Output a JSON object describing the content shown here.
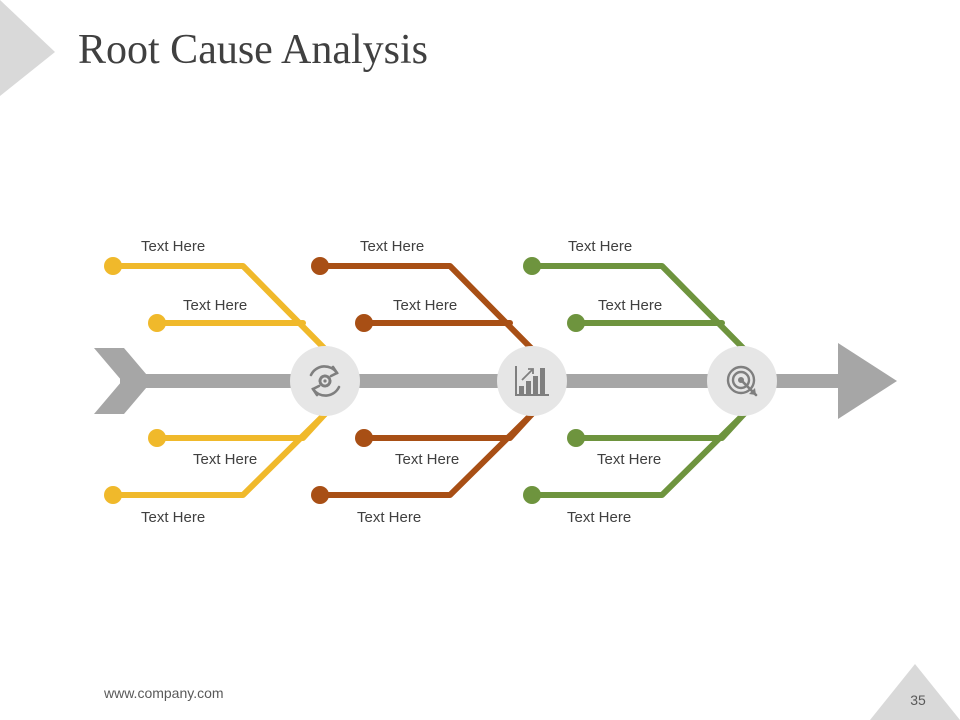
{
  "title": "Root Cause Analysis",
  "footer": {
    "url": "www.company.com",
    "page_number": "35"
  },
  "colors": {
    "spine": "#a6a6a6",
    "corner": "#d9d9d9",
    "hub_fill": "#e6e6e6",
    "icon": "#7f7f7f"
  },
  "groups": [
    {
      "color": "#f0b92b",
      "icon": "gear-cycle-icon",
      "labels": [
        "Text Here",
        "Text Here",
        "Text Here",
        "Text Here"
      ]
    },
    {
      "color": "#a84f15",
      "icon": "bar-chart-icon",
      "labels": [
        "Text Here",
        "Text Here",
        "Text Here",
        "Text Here"
      ]
    },
    {
      "color": "#6e943e",
      "icon": "target-icon",
      "labels": [
        "Text Here",
        "Text Here",
        "Text Here",
        "Text Here"
      ]
    }
  ]
}
